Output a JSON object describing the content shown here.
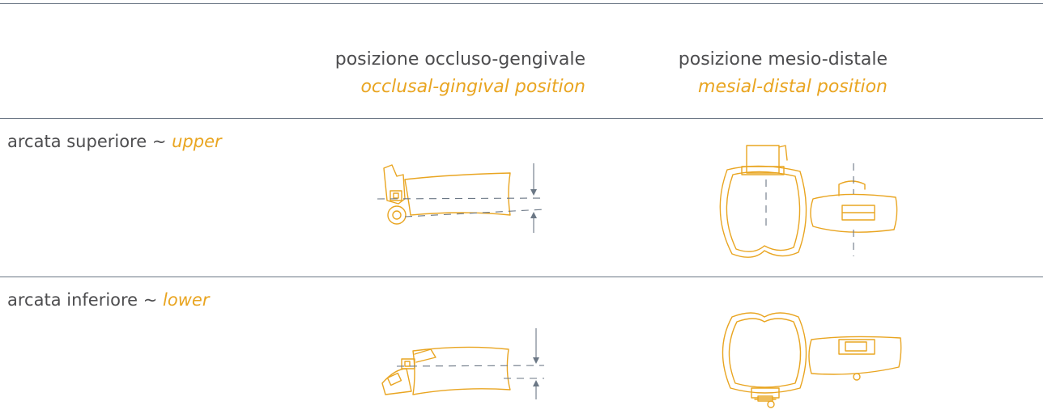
{
  "columns": {
    "occlusal": {
      "main": "posizione occluso-gengivale",
      "sub": "occlusal-gingival position"
    },
    "mesial": {
      "main": "posizione mesio-distale",
      "sub": "mesial-distal position"
    }
  },
  "rows": [
    {
      "label": "arcata superiore ~ ",
      "label_en": "upper"
    },
    {
      "label": "arcata inferiore ~ ",
      "label_en": "lower"
    }
  ],
  "colors": {
    "accent": "#e9a521",
    "text": "#4d4d4f",
    "rule": "#6b7785"
  }
}
